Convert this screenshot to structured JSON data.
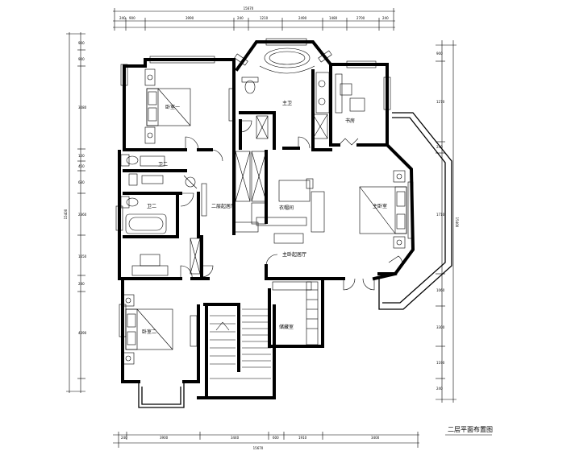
{
  "title": "二层平面布置图",
  "rooms": {
    "master_bedroom": "主卧室",
    "master_bath": "主卫",
    "study": "书房",
    "bedroom_one": "卧室一",
    "bath_two": "卫二",
    "cloakroom": "衣帽间",
    "second_floor_hall": "二层起居厅",
    "master_hall": "主卧起居厅",
    "storage": "储藏室",
    "bedroom_two": "卧室二"
  },
  "dims": {
    "top_total": "15670",
    "bottom_total": "15670",
    "left_total": "15400",
    "right_total": "15400"
  }
}
